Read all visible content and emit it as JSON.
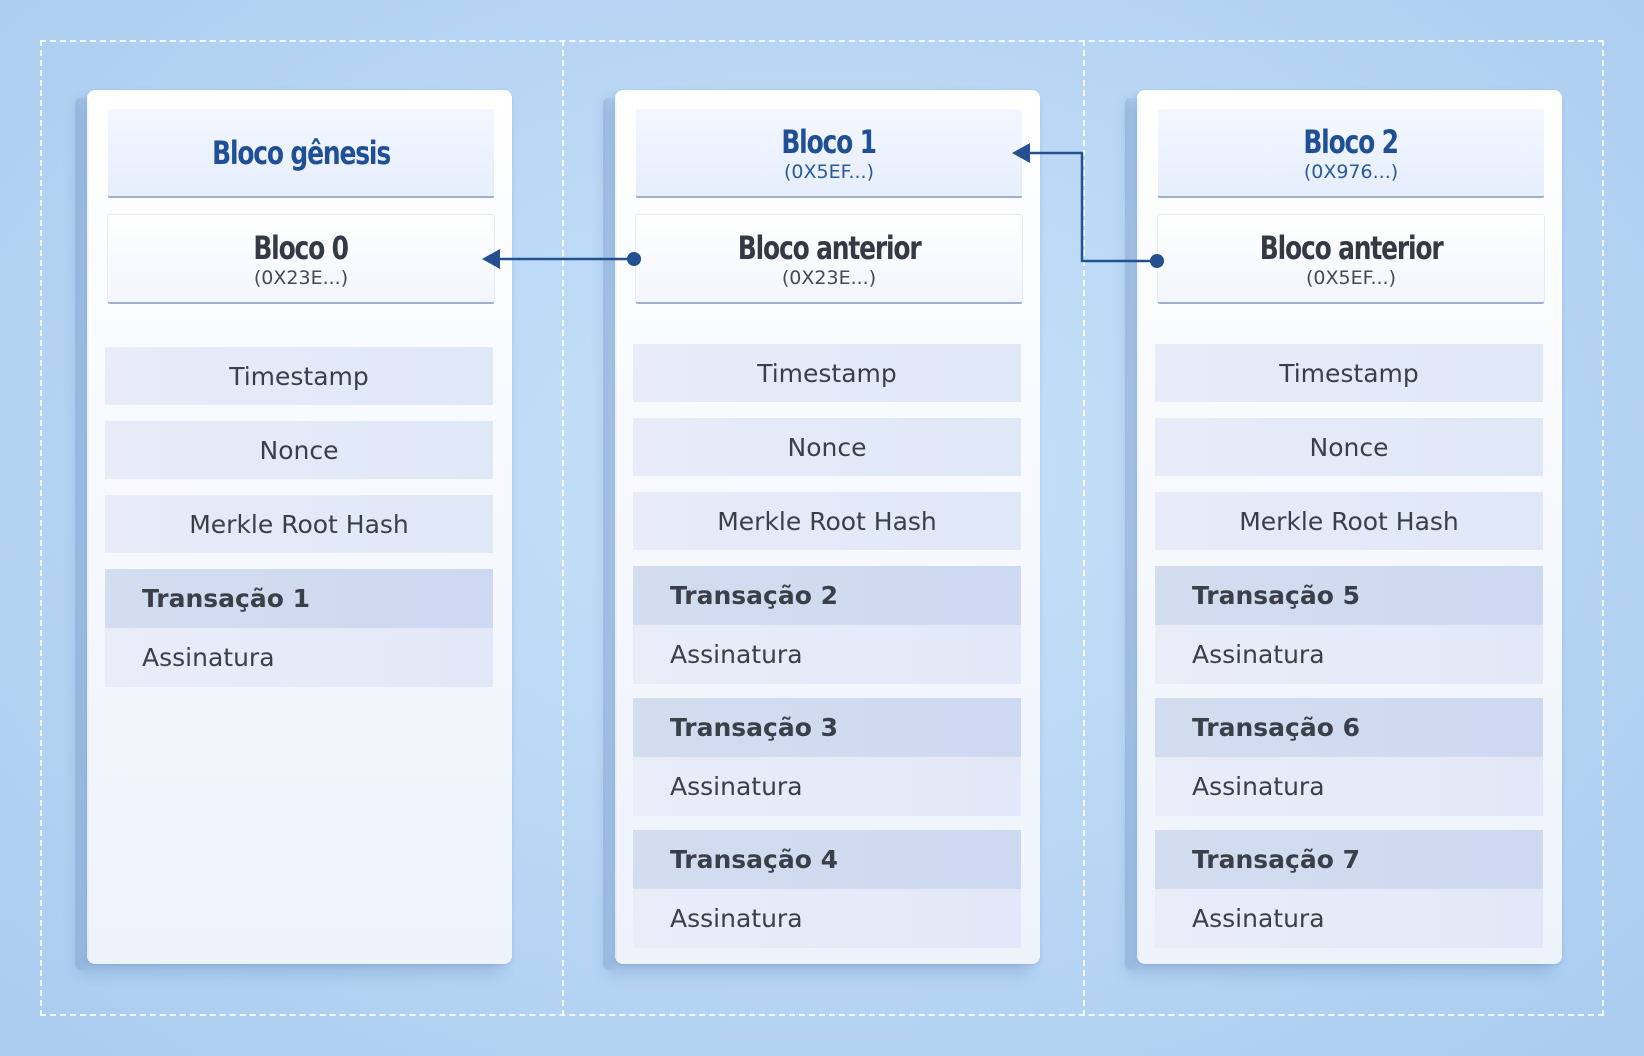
{
  "colors": {
    "background": "#b8d6f4",
    "title_text": "#1f4f94",
    "connector": "#24508f"
  },
  "blocks": [
    {
      "title": "Bloco gênesis",
      "title_hash": "",
      "prev_label": "Bloco 0",
      "prev_hash": "(0X23E...)",
      "fields": [
        "Timestamp",
        "Nonce",
        "Merkle Root Hash"
      ],
      "transactions": [
        {
          "label": "Transação 1",
          "signature": "Assinatura"
        }
      ]
    },
    {
      "title": "Bloco 1",
      "title_hash": "(0X5EF...)",
      "prev_label": "Bloco anterior",
      "prev_hash": "(0X23E...)",
      "fields": [
        "Timestamp",
        "Nonce",
        "Merkle Root Hash"
      ],
      "transactions": [
        {
          "label": "Transação 2",
          "signature": "Assinatura"
        },
        {
          "label": "Transação 3",
          "signature": "Assinatura"
        },
        {
          "label": "Transação 4",
          "signature": "Assinatura"
        }
      ]
    },
    {
      "title": "Bloco 2",
      "title_hash": "(0X976...)",
      "prev_label": "Bloco anterior",
      "prev_hash": "(0X5EF...)",
      "fields": [
        "Timestamp",
        "Nonce",
        "Merkle Root Hash"
      ],
      "transactions": [
        {
          "label": "Transação 5",
          "signature": "Assinatura"
        },
        {
          "label": "Transação 6",
          "signature": "Assinatura"
        },
        {
          "label": "Transação 7",
          "signature": "Assinatura"
        }
      ]
    }
  ]
}
